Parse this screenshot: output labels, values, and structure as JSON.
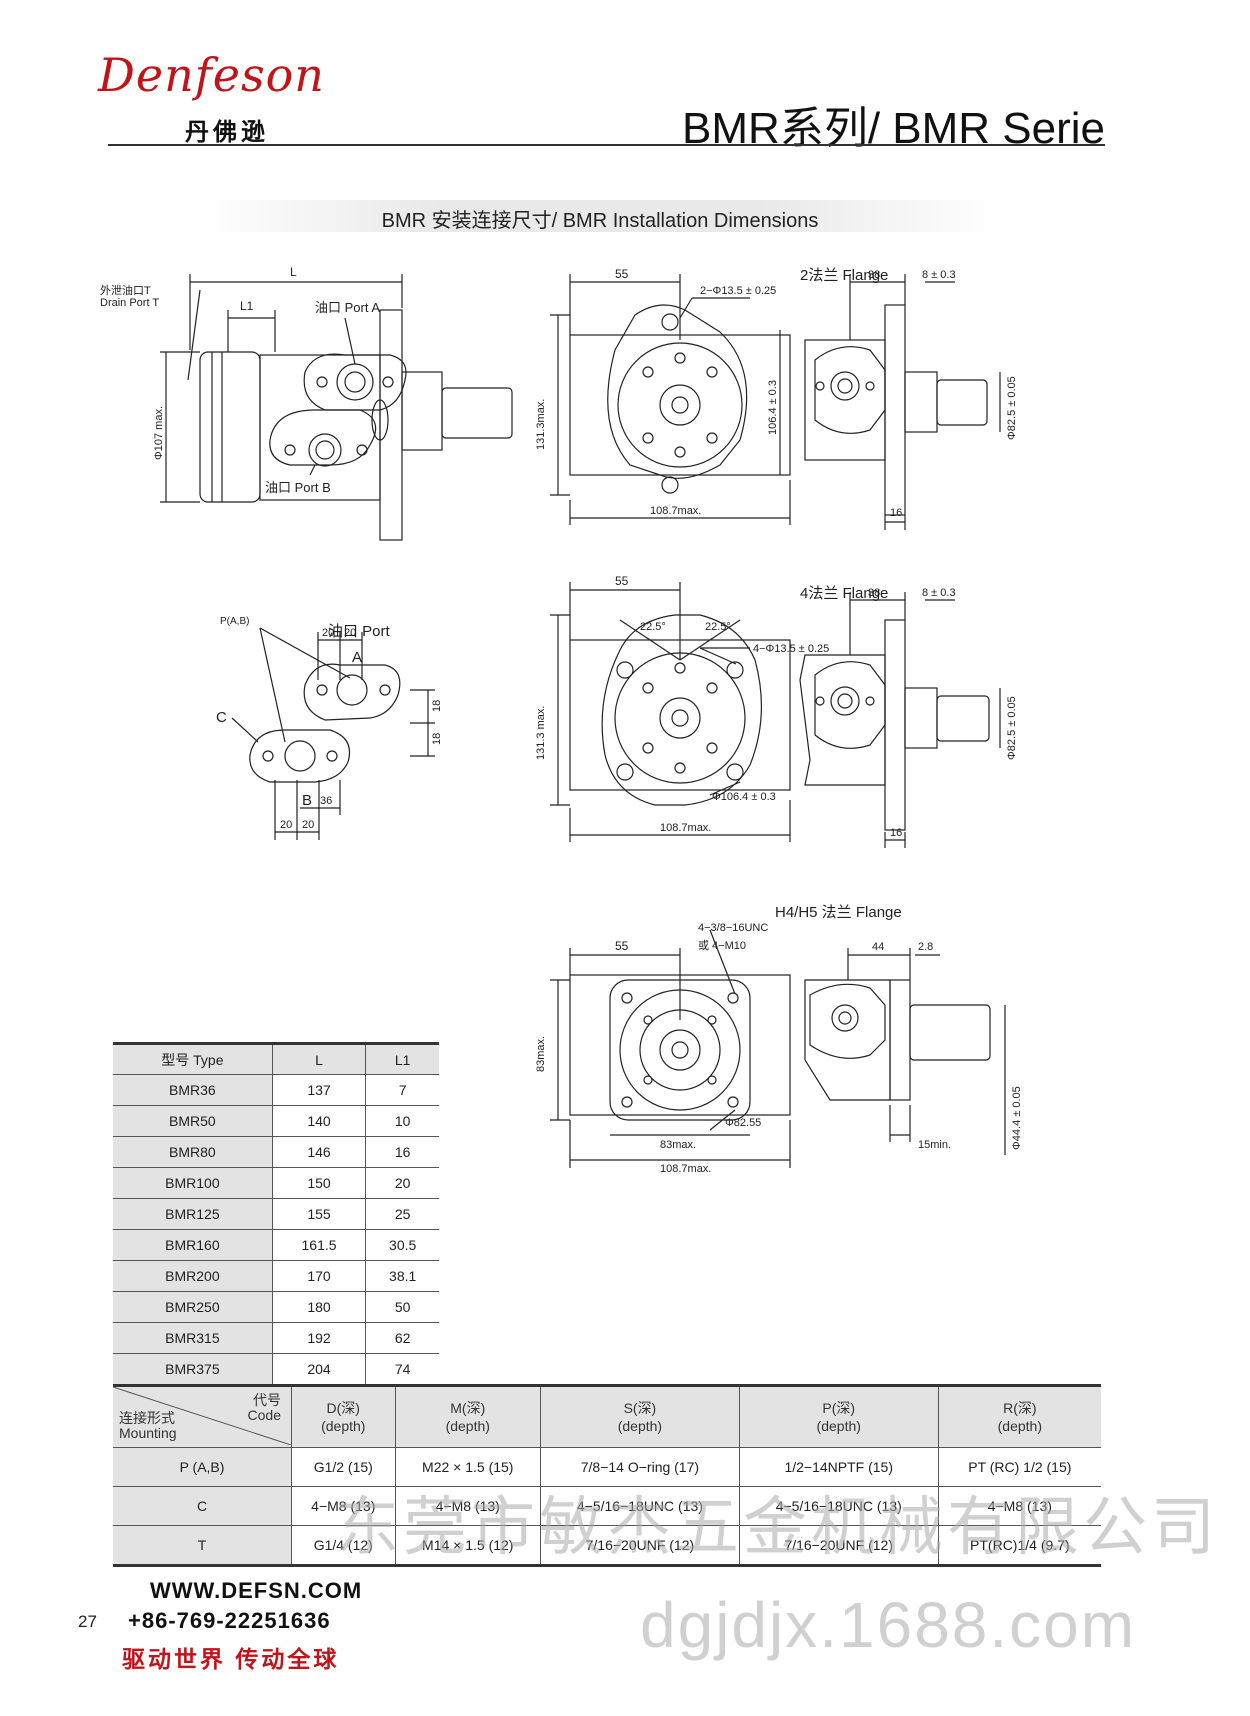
{
  "header": {
    "logo_script": "Denfeson",
    "logo_cn": "丹佛逊",
    "series_title": "BMR系列/ BMR Serie"
  },
  "section_title": "BMR 安装连接尺寸/ BMR Installation Dimensions",
  "drawings": {
    "motor_side": {
      "L": "L",
      "L1": "L1",
      "drain_cn": "外泄油口T",
      "drain_en": "Drain Port T",
      "port_a": "油口 Port A",
      "port_b": "油口 Port B",
      "dia": "Φ107 max."
    },
    "flange2": {
      "title": "2法兰 Flange",
      "d55": "55",
      "holes": "2−Φ13.5 ± 0.25",
      "h131": "131.3max.",
      "d1064": "106.4 ± 0.3",
      "w1087": "108.7max.",
      "d38": "38",
      "d8": "8 ± 0.3",
      "d825": "Φ82.5 ± 0.05",
      "d16": "16"
    },
    "port_detail": {
      "title": "油口 Port",
      "p_ab": "P(A,B)",
      "c": "C",
      "a": "A",
      "b": "B",
      "d20a": "20",
      "d20b": "20",
      "d18a": "18",
      "d18b": "18",
      "d36": "36",
      "d20c": "20",
      "d20d": "20"
    },
    "flange4": {
      "title": "4法兰 Flange",
      "d55": "55",
      "ang1": "22.5°",
      "ang2": "22.5°",
      "holes": "4−Φ13.5 ± 0.25",
      "h131": "131.3 max.",
      "d1064": "Φ106.4 ± 0.3",
      "w1087": "108.7max.",
      "d38": "38",
      "d8": "8 ± 0.3",
      "d825": "Φ82.5 ± 0.05",
      "d16": "16"
    },
    "flange_h": {
      "title": "H4/H5 法兰 Flange",
      "d55": "55",
      "thread1": "4−3/8−16UNC",
      "thread2": "或 4−M10",
      "h83": "83max.",
      "d8255": "Φ82.55",
      "w83": "83max.",
      "w1087": "108.7max.",
      "d44": "44",
      "d28": "2.8",
      "d444": "Φ44.4 ± 0.05",
      "d15": "15min."
    }
  },
  "type_table": {
    "headers": [
      "型号 Type",
      "L",
      "L1"
    ],
    "rows": [
      [
        "BMR36",
        "137",
        "7"
      ],
      [
        "BMR50",
        "140",
        "10"
      ],
      [
        "BMR80",
        "146",
        "16"
      ],
      [
        "BMR100",
        "150",
        "20"
      ],
      [
        "BMR125",
        "155",
        "25"
      ],
      [
        "BMR160",
        "161.5",
        "30.5"
      ],
      [
        "BMR200",
        "170",
        "38.1"
      ],
      [
        "BMR250",
        "180",
        "50"
      ],
      [
        "BMR315",
        "192",
        "62"
      ],
      [
        "BMR375",
        "204",
        "74"
      ]
    ]
  },
  "mount_table": {
    "corner_code_cn": "代号",
    "corner_code_en": "Code",
    "corner_mount_cn": "连接形式",
    "corner_mount_en": "Mounting",
    "headers": [
      {
        "cn": "D(深)",
        "en": "(depth)"
      },
      {
        "cn": "M(深)",
        "en": "(depth)"
      },
      {
        "cn": "S(深)",
        "en": "(depth)"
      },
      {
        "cn": "P(深)",
        "en": "(depth)"
      },
      {
        "cn": "R(深)",
        "en": "(depth)"
      }
    ],
    "rows": [
      [
        "P (A,B)",
        "G1/2 (15)",
        "M22 × 1.5 (15)",
        "7/8−14  O−ring (17)",
        "1/2−14NPTF (15)",
        "PT (RC) 1/2 (15)"
      ],
      [
        "C",
        "4−M8 (13)",
        "4−M8 (13)",
        "4−5/16−18UNC (13)",
        "4−5/16−18UNC (13)",
        "4−M8 (13)"
      ],
      [
        "T",
        "G1/4 (12)",
        "M14 × 1.5 (12)",
        "7/16−20UNF (12)",
        "7/16−20UNF (12)",
        "PT(RC)1/4 (9.7)"
      ]
    ]
  },
  "footer": {
    "page_number": "27",
    "website": "WWW.DEFSN.COM",
    "phone": "+86-769-22251636",
    "slogan": "驱动世界 传动全球"
  },
  "watermarks": {
    "line1": "东莞市敏杰五金机械有限公司",
    "line2": "dgjdjx.1688.com"
  }
}
